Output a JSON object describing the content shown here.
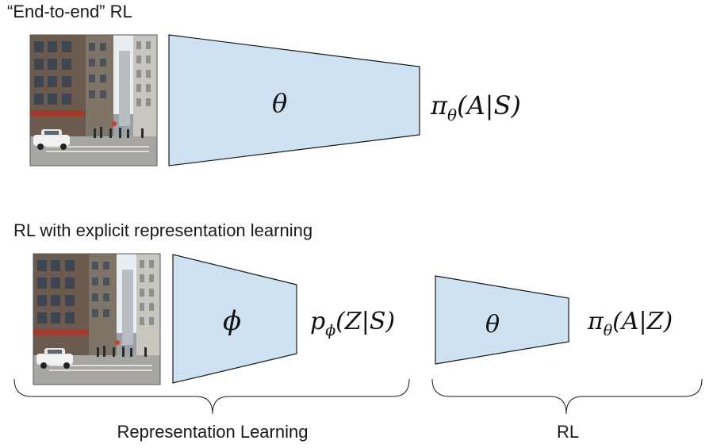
{
  "section_end_to_end": {
    "title": "“End-to-end” RL",
    "encoder_symbol": "θ",
    "policy": {
      "pi": "π",
      "sub": "θ",
      "args": "(A|S)"
    }
  },
  "section_explicit": {
    "title": "RL with explicit representation learning",
    "encoder_symbol": "ϕ",
    "representation": {
      "p": "p",
      "sub": "ϕ",
      "args": "(Z|S)"
    },
    "policy_symbol": "θ",
    "policy": {
      "pi": "π",
      "sub": "θ",
      "args": "(A|Z)"
    },
    "brace_left_label": "Representation Learning",
    "brace_right_label": "RL"
  },
  "colors": {
    "network_fill": "#cfe2f3",
    "network_stroke": "#1a1a1a"
  },
  "icons": [
    "city-street-photo-icon",
    "city-street-photo-icon"
  ]
}
